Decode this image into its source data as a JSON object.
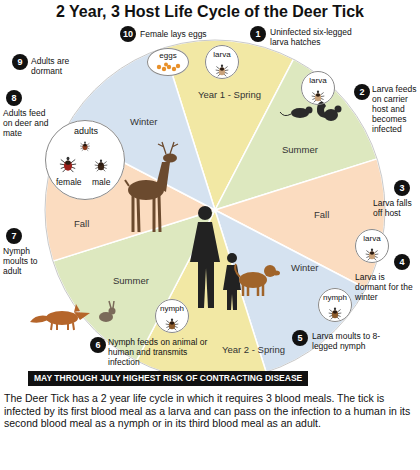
{
  "diagram": {
    "title": "2 Year, 3 Host Life Cycle of the Deer Tick",
    "caption": "The Deer Tick has a 2 year life cycle in which it requires 3 blood meals. The tick is infected by its first blood meal as a larva and can pass on the infection to a human in its second blood meal as a nymph or in its third blood meal as an adult.",
    "nodes": [
      {
        "text": [
          "eggs"
        ]
      },
      {
        "text": [
          "larva"
        ]
      },
      {
        "text": [
          "larva"
        ]
      },
      {
        "text": [
          "larva"
        ]
      },
      {
        "text": [
          "nymph"
        ]
      },
      {
        "text": [
          "nymph"
        ]
      },
      {
        "text": [
          "adults",
          "female",
          "male"
        ]
      },
      {
        "text": [
          "MAY THROUGH JULY HIGHEST RISK OF CONTRACTING DISEASE"
        ]
      }
    ],
    "labels": [
      "1",
      "Uninfected six-legged larva hatches",
      "2",
      "Larva feeds on carrier host and becomes infected",
      "3",
      "Larva falls off host",
      "4",
      "Larva is dormant for the winter",
      "5",
      "Larva moults to 8-legged nymph",
      "6",
      "Nymph feeds on animal or human and transmits infection",
      "7",
      "Nymph moults to adult",
      "8",
      "Adults feed on deer and mate",
      "9",
      "Adults are dormant",
      "10",
      "Female lays eggs",
      "Year 1 - Spring",
      "Summer",
      "Fall",
      "Winter",
      "Year 2 - Spring",
      "Summer",
      "Fall",
      "Winter"
    ]
  }
}
